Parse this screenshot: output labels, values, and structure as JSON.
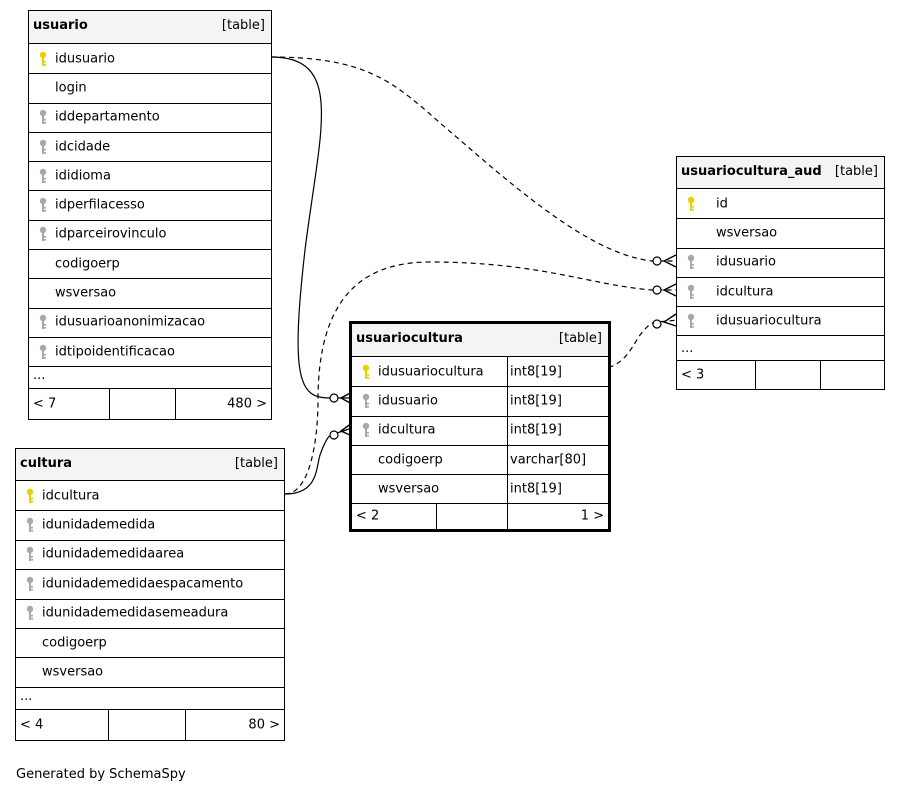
{
  "tables": {
    "usuario": {
      "name": "usuario",
      "type": "[table]",
      "columns": [
        {
          "name": "idusuario",
          "key": "primary"
        },
        {
          "name": "login",
          "key": "none"
        },
        {
          "name": "iddepartamento",
          "key": "foreign"
        },
        {
          "name": "idcidade",
          "key": "foreign"
        },
        {
          "name": "ididioma",
          "key": "foreign"
        },
        {
          "name": "idperfilacesso",
          "key": "foreign"
        },
        {
          "name": "idparceirovinculo",
          "key": "foreign"
        },
        {
          "name": "codigoerp",
          "key": "none"
        },
        {
          "name": "wsversao",
          "key": "none"
        },
        {
          "name": "idusuarioanonimizacao",
          "key": "foreign"
        },
        {
          "name": "idtipoidentificacao",
          "key": "foreign"
        }
      ],
      "more": "...",
      "footer": {
        "parents": "< 7",
        "middle": "",
        "children": "480 >"
      }
    },
    "cultura": {
      "name": "cultura",
      "type": "[table]",
      "columns": [
        {
          "name": "idcultura",
          "key": "primary"
        },
        {
          "name": "idunidademedida",
          "key": "foreign"
        },
        {
          "name": "idunidademedidaarea",
          "key": "foreign"
        },
        {
          "name": "idunidademedidaespacamento",
          "key": "foreign"
        },
        {
          "name": "idunidademedidasemeadura",
          "key": "foreign"
        },
        {
          "name": "codigoerp",
          "key": "none"
        },
        {
          "name": "wsversao",
          "key": "none"
        }
      ],
      "more": "...",
      "footer": {
        "parents": "< 4",
        "middle": "",
        "children": "80 >"
      }
    },
    "usuariocultura": {
      "name": "usuariocultura",
      "type": "[table]",
      "columns": [
        {
          "name": "idusuariocultura",
          "key": "primary",
          "type": "int8[19]"
        },
        {
          "name": "idusuario",
          "key": "foreign",
          "type": "int8[19]"
        },
        {
          "name": "idcultura",
          "key": "foreign",
          "type": "int8[19]"
        },
        {
          "name": "codigoerp",
          "key": "none",
          "type": "varchar[80]"
        },
        {
          "name": "wsversao",
          "key": "none",
          "type": "int8[19]"
        }
      ],
      "footer": {
        "parents": "< 2",
        "middle": "",
        "children": "1 >"
      }
    },
    "usuariocultura_aud": {
      "name": "usuariocultura_aud",
      "type": "[table]",
      "columns": [
        {
          "name": "id",
          "key": "primary"
        },
        {
          "name": "wsversao",
          "key": "none"
        },
        {
          "name": "idusuario",
          "key": "foreign"
        },
        {
          "name": "idcultura",
          "key": "foreign"
        },
        {
          "name": "idusuariocultura",
          "key": "foreign"
        }
      ],
      "more": "...",
      "footer": {
        "parents": "< 3",
        "middle": "",
        "children": ""
      }
    }
  },
  "relationships": [
    {
      "from": "usuario.idusuario",
      "to": "usuariocultura.idusuario",
      "style": "solid"
    },
    {
      "from": "cultura.idcultura",
      "to": "usuariocultura.idcultura",
      "style": "solid"
    },
    {
      "from": "usuario.idusuario",
      "to": "usuariocultura_aud.idusuario",
      "style": "dashed"
    },
    {
      "from": "cultura.idcultura",
      "to": "usuariocultura_aud.idcultura",
      "style": "dashed"
    },
    {
      "from": "usuariocultura.idusuariocultura",
      "to": "usuariocultura_aud.idusuariocultura",
      "style": "dashed"
    }
  ],
  "colors": {
    "primary_key": "#e6d200",
    "foreign_key": "#a8a8a8",
    "header": "#f4f4f4",
    "line": "#000000"
  },
  "credit": "Generated by SchemaSpy"
}
